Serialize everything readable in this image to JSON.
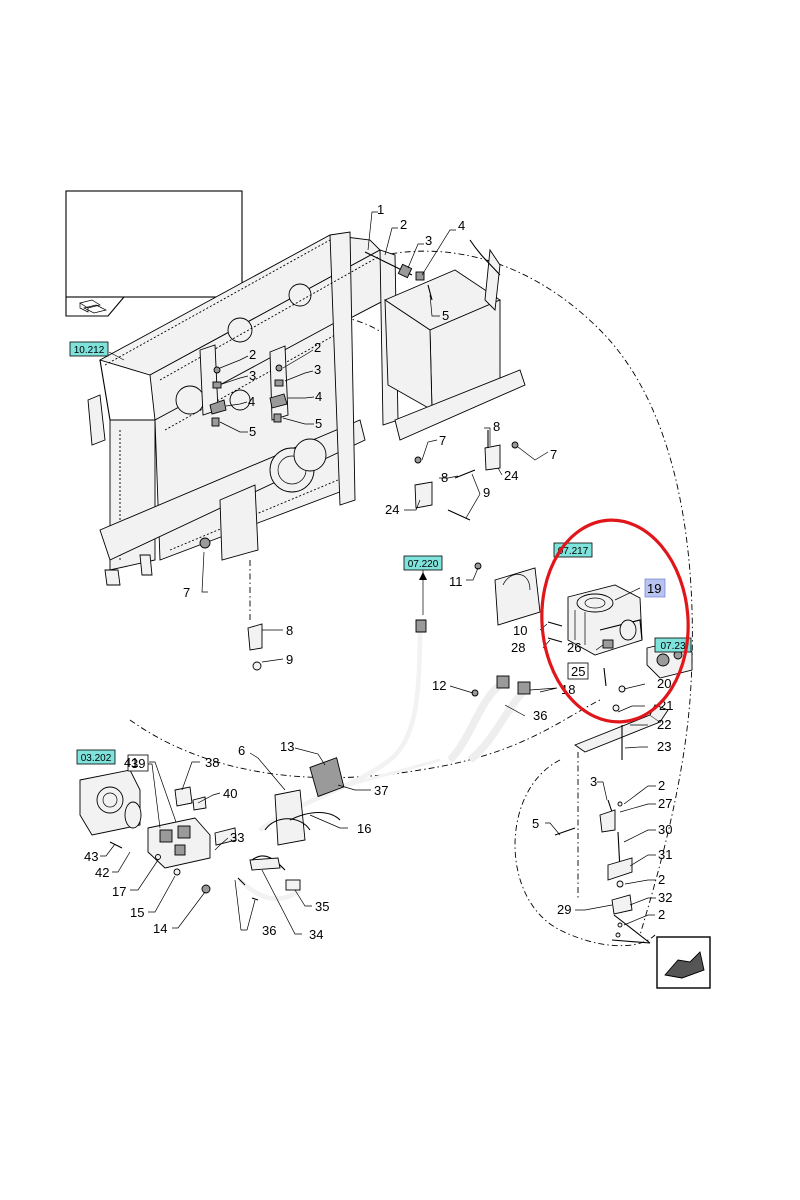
{
  "colors": {
    "ref_tag_fill": "#7fe3dc",
    "highlight_fill": "#b9c3f0",
    "circle_stroke": "#e0161b"
  },
  "ref_tags": [
    {
      "id": "ref-10-212",
      "text": "10.212"
    },
    {
      "id": "ref-07-220",
      "text": "07.220"
    },
    {
      "id": "ref-07-217",
      "text": "07.217"
    },
    {
      "id": "ref-07-23",
      "text": "07.23"
    },
    {
      "id": "ref-03-202",
      "text": "03.202"
    }
  ],
  "callouts": [
    {
      "id": "c1",
      "text": "1"
    },
    {
      "id": "c2a",
      "text": "2"
    },
    {
      "id": "c3a",
      "text": "3"
    },
    {
      "id": "c4a",
      "text": "4"
    },
    {
      "id": "c5a",
      "text": "5"
    },
    {
      "id": "c2b",
      "text": "2"
    },
    {
      "id": "c3b",
      "text": "3"
    },
    {
      "id": "c4b",
      "text": "4"
    },
    {
      "id": "c5b",
      "text": "5"
    },
    {
      "id": "c2c",
      "text": "2"
    },
    {
      "id": "c3c",
      "text": "3"
    },
    {
      "id": "c4c",
      "text": "4"
    },
    {
      "id": "c5c",
      "text": "5"
    },
    {
      "id": "c7a",
      "text": "7"
    },
    {
      "id": "c8a",
      "text": "8"
    },
    {
      "id": "c7b",
      "text": "7"
    },
    {
      "id": "c24a",
      "text": "24"
    },
    {
      "id": "c8b",
      "text": "8"
    },
    {
      "id": "c9a",
      "text": "9"
    },
    {
      "id": "c24b",
      "text": "24"
    },
    {
      "id": "c7c",
      "text": "7"
    },
    {
      "id": "c8c",
      "text": "8"
    },
    {
      "id": "c9b",
      "text": "9"
    },
    {
      "id": "c11",
      "text": "11"
    },
    {
      "id": "c19",
      "text": "19"
    },
    {
      "id": "c10",
      "text": "10"
    },
    {
      "id": "c28",
      "text": "28"
    },
    {
      "id": "c26",
      "text": "26"
    },
    {
      "id": "c25",
      "text": "25"
    },
    {
      "id": "c20",
      "text": "20"
    },
    {
      "id": "c12",
      "text": "12"
    },
    {
      "id": "c18",
      "text": "18"
    },
    {
      "id": "c36a",
      "text": "36"
    },
    {
      "id": "c21",
      "text": "21"
    },
    {
      "id": "c22",
      "text": "22"
    },
    {
      "id": "c23",
      "text": "23"
    },
    {
      "id": "c6",
      "text": "6"
    },
    {
      "id": "c13",
      "text": "13"
    },
    {
      "id": "c37",
      "text": "37"
    },
    {
      "id": "c16",
      "text": "16"
    },
    {
      "id": "c39",
      "text": "39"
    },
    {
      "id": "c38",
      "text": "38"
    },
    {
      "id": "c40",
      "text": "40"
    },
    {
      "id": "c41",
      "text": "41"
    },
    {
      "id": "c33",
      "text": "33"
    },
    {
      "id": "c43",
      "text": "43"
    },
    {
      "id": "c42",
      "text": "42"
    },
    {
      "id": "c17",
      "text": "17"
    },
    {
      "id": "c15",
      "text": "15"
    },
    {
      "id": "c14",
      "text": "14"
    },
    {
      "id": "c35",
      "text": "35"
    },
    {
      "id": "c36b",
      "text": "36"
    },
    {
      "id": "c34",
      "text": "34"
    },
    {
      "id": "c3d",
      "text": "3"
    },
    {
      "id": "c2d",
      "text": "2"
    },
    {
      "id": "c27",
      "text": "27"
    },
    {
      "id": "c5d",
      "text": "5"
    },
    {
      "id": "c30",
      "text": "30"
    },
    {
      "id": "c31",
      "text": "31"
    },
    {
      "id": "c2e",
      "text": "2"
    },
    {
      "id": "c29",
      "text": "29"
    },
    {
      "id": "c32",
      "text": "32"
    },
    {
      "id": "c2f",
      "text": "2"
    }
  ]
}
